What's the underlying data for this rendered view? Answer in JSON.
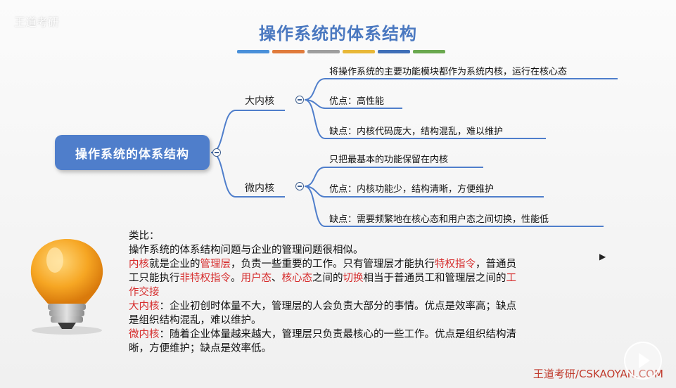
{
  "watermark": "王道考研",
  "title": "操作系统的体系结构",
  "title_bar_colors": [
    "#4a90d9",
    "#e07b3c",
    "#9e9e9e",
    "#e8b838",
    "#3f6fb8",
    "#6aa84f"
  ],
  "mindmap": {
    "root": "操作系统的体系结构",
    "branches": [
      {
        "label": "大内核",
        "items": [
          "将操作系统的主要功能模块都作为系统内核，运行在核心态",
          "优点：高性能",
          "缺点：内核代码庞大，结构混乱，难以维护"
        ]
      },
      {
        "label": "微内核",
        "items": [
          "只把最基本的功能保留在内核",
          "优点：内核功能少，结构清晰，方便维护",
          "缺点：需要频繁地在核心态和用户态之间切换，性能低"
        ]
      }
    ]
  },
  "analogy": {
    "heading": "类比：",
    "line1": "操作系统的体系结构问题与企业的管理问题很相似。",
    "p2": {
      "t1": "内核",
      "t2": "就是企业的",
      "t3": "管理层",
      "t4": "，负责一些重要的工作。只有管理层才能执行",
      "t5": "特权指令",
      "t6": "，普通员工只能执行",
      "t7": "非特权指令",
      "t8": "。",
      "t9": "用户态",
      "t10": "、",
      "t11": "核心态",
      "t12": "之间的",
      "t13": "切换",
      "t14": "相当于普通员工和管理层之间的",
      "t15": "工作交接"
    },
    "p3": {
      "label": "大内核",
      "text": "：企业初创时体量不大，管理层的人会负责大部分的事情。优点是效率高；缺点是组织结构混乱，难以维护。"
    },
    "p4": {
      "label": "微内核",
      "text": "：随着企业体量越来越大，管理层只负责最核心的一些工作。优点是组织结构清晰，方便维护；缺点是效率低。"
    }
  },
  "footer": "王道考研/CSKAOYAN.COM"
}
